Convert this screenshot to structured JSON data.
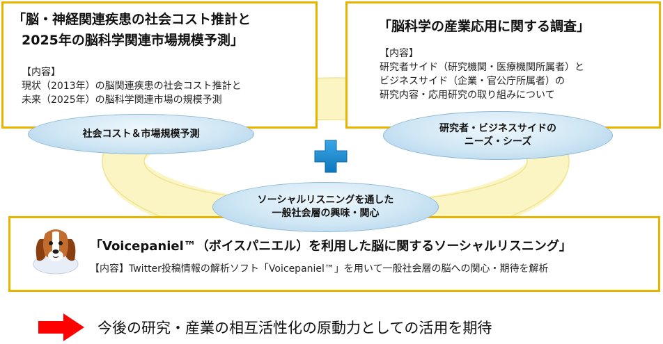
{
  "boxes": {
    "top_left": {
      "title_lines": [
        "「脳・神経関連疾患の社会コスト推計と",
        "2025年の脳科学関連市場規模予測」"
      ],
      "body_lines": [
        "【内容】",
        "現状（2013年）の脳関連疾患の社会コスト推計と",
        "未来（2025年）の脳科学関連市場の規模予測"
      ]
    },
    "top_right": {
      "title": "「脳科学の産業応用に関する調査」",
      "body_lines": [
        "【内容】",
        "研究者サイド（研究機関・医療機関所属者）と",
        "ビジネスサイド（企業・官公庁所属者）の",
        "研究内容・応用研究の取り組みについて"
      ]
    },
    "bottom": {
      "title": "「Voicepaniel™（ボイスパニエル）を利用した脳に関するソーシャルリスニング」",
      "body": "【内容】Twitter投稿情報の解析ソフト「Voicepaniel™」を用いて一般社会層の脳への関心・期待を解析"
    }
  },
  "ellipses": {
    "left": [
      "社会コスト＆市場規模予測"
    ],
    "right": [
      "研究者・ビジネスサイドの",
      "ニーズ・シーズ"
    ],
    "center": [
      "ソーシャルリスニングを通した",
      "一般社会層の興味・関心"
    ]
  },
  "conclusion": "今後の研究・産業の相互活性化の原動力としての活用を期待",
  "colors": {
    "box_border": "#e9b400",
    "ring": "#fbf5c4",
    "plus": "#1a8ed1",
    "arrow": "#ff0000"
  },
  "icons": [
    "beagle-dog-icon",
    "plus-icon",
    "right-arrow-icon"
  ]
}
